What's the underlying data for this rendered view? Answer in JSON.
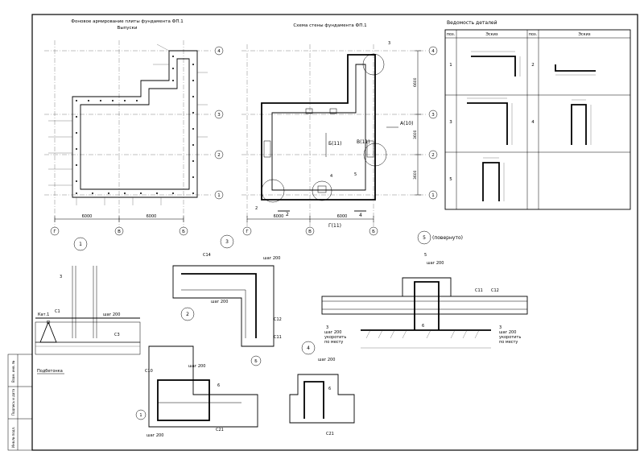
{
  "titles": {
    "plan_title": "Фоновое армирование плиты фундамента ФП.1",
    "plan_subtitle": "Выпуски",
    "wall_title": "Схема стены фундамента ФП.1",
    "schedule_title": "Ведомость деталей"
  },
  "schedule": {
    "col_pos": "поз.",
    "col_sketch": "Эскиз",
    "rows": [
      {
        "left": "1",
        "right": "2"
      },
      {
        "left": "3",
        "right": "4"
      },
      {
        "left": "5",
        "right": ""
      }
    ]
  },
  "axes": {
    "rows": [
      "4",
      "3",
      "2",
      "1"
    ],
    "cols": [
      "Г",
      "В",
      "Б"
    ],
    "dims_bottom": [
      "6000",
      "6000"
    ],
    "dims_right": [
      "6600",
      "3600",
      "3600"
    ]
  },
  "wall_labels": {
    "b11": "Б(11)",
    "v11": "В(11)",
    "a10": "А(10)",
    "g11": "Г(11)",
    "cut2": "2",
    "cut4": "4",
    "n1": "1",
    "n2": "2",
    "n3": "3",
    "n4": "4",
    "n5": "5"
  },
  "details": {
    "d1": "1",
    "d2": "2",
    "d3": "3",
    "d4": "4",
    "d5": "5",
    "d5_note": "(повернуто)",
    "kat1": "Кат.1",
    "c1": "С1",
    "c3": "С3",
    "c10": "С10",
    "c11": "С11",
    "c12": "С12",
    "c14": "С14",
    "c21": "С21",
    "step200": "шаг 200",
    "shorten": "укоротить",
    "inplace": "по месту",
    "podbetonka": "Подбетонка",
    "num3": "3",
    "num4": "4",
    "num6": "6",
    "num5": "5",
    "axis_b": "Б"
  },
  "stamp": {
    "s1": "Инв.№ подл.",
    "s2": "Подпись и дата",
    "s3": "Взам. инв. №"
  }
}
